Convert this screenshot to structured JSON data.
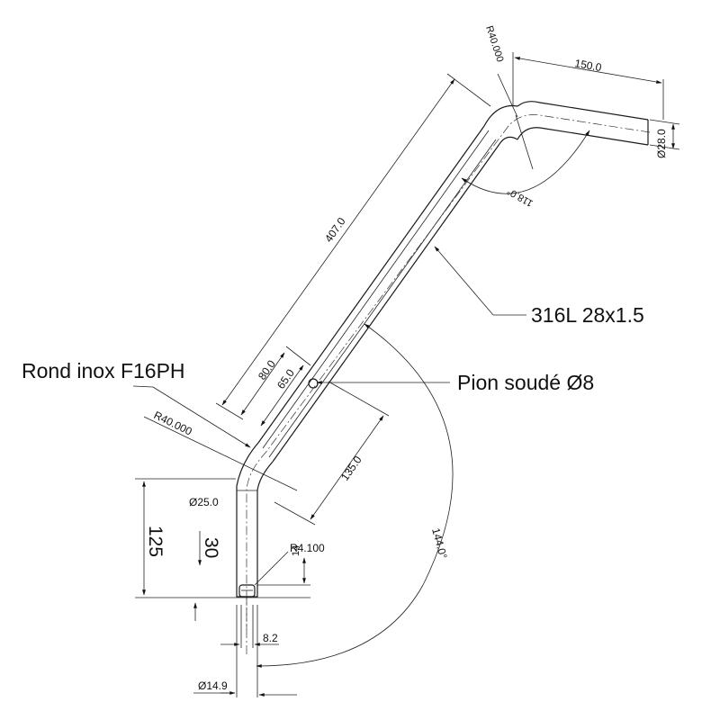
{
  "callouts": {
    "tube": "316L 28x1.5",
    "rod": "Rond inox F16PH",
    "pin": "Pion soudé Ø8"
  },
  "dimensions": {
    "top_radius": "R40.000",
    "top_length": "150.0",
    "tube_diameter": "Ø28.0",
    "top_angle": "118.0°",
    "main_length": "407.0",
    "pin_offset_80": "80.0",
    "pin_offset_65": "65.0",
    "lower_radius": "R40.000",
    "rod_segment": "135.0",
    "rod_diameter": "Ø25.0",
    "overall_height": "125",
    "depth_30": "30",
    "tip_radius": "R4.100",
    "dim_14": "14",
    "dim_8_2": "8.2",
    "tip_diameter": "Ø14.9",
    "lower_angle": "144.0°"
  }
}
